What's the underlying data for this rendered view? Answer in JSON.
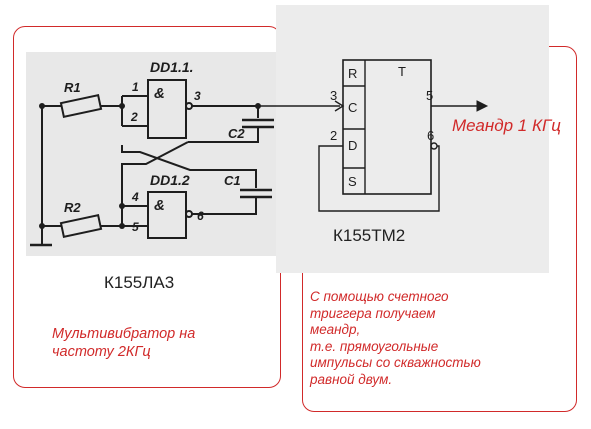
{
  "left": {
    "gate_top": "DD1.1.",
    "gate_bottom": "DD1.2",
    "nand_symbol": "&",
    "resistor_1": "R1",
    "resistor_2": "R2",
    "capacitor_1": "C1",
    "capacitor_2": "C2",
    "pins": {
      "p1": "1",
      "p2": "2",
      "p3": "3",
      "p4": "4",
      "p5": "5",
      "p6": "6"
    },
    "chip_name": "К155ЛА3",
    "description_lines": [
      "Мультивибратор на",
      "частоту 2КГц"
    ]
  },
  "right": {
    "trigger_labels": {
      "R": "R",
      "C": "C",
      "D": "D",
      "S": "S",
      "T": "T"
    },
    "pins": {
      "p2": "2",
      "p3": "3",
      "p5": "5",
      "p6": "6"
    },
    "chip_name": "К155ТМ2",
    "output_label": "Меандр 1 КГц",
    "description_lines": [
      "С помощью счетного",
      "триггера получаем",
      "меандр,",
      "т.е. прямоугольные",
      "импульсы со скважностью",
      "равной двум."
    ]
  },
  "colors": {
    "accent": "#d12a2a",
    "ink": "#1e1e1e",
    "paper": "#e8e8e8"
  }
}
